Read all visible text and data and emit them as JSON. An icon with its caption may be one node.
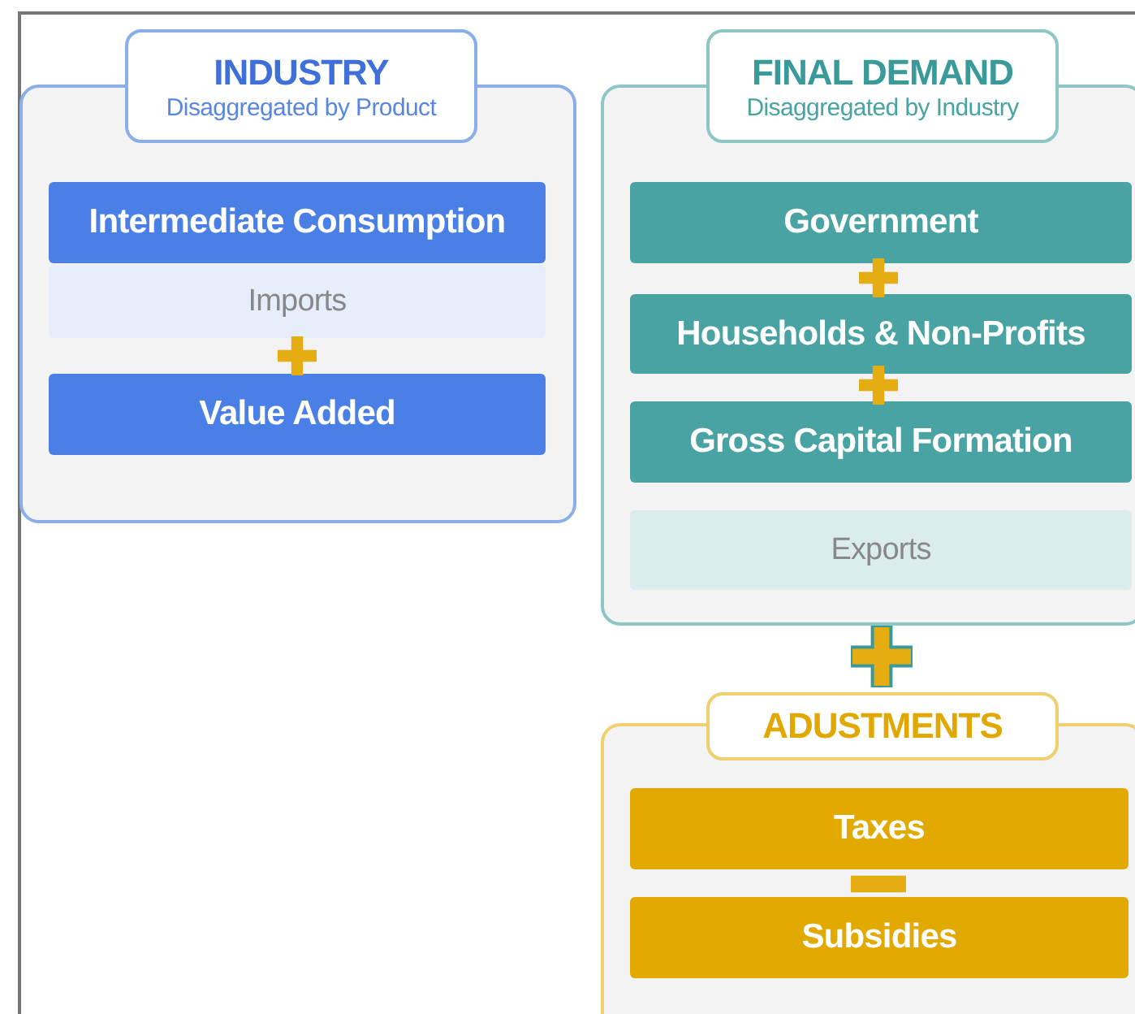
{
  "diagram": {
    "nodes": [
      {
        "text": [
          "INDUSTRY",
          "Disaggregated by Product"
        ]
      },
      {
        "text": [
          "Intermediate Consumption"
        ],
        "in": 0
      },
      {
        "text": [
          "Imports"
        ],
        "in": 0
      },
      {
        "text": [
          "Value Added"
        ],
        "in": 0
      },
      {
        "text": [
          "FINAL DEMAND",
          "Disaggregated by Industry"
        ]
      },
      {
        "text": [
          "Government"
        ],
        "in": 4
      },
      {
        "text": [
          "Households & Non-Profits"
        ],
        "in": 4
      },
      {
        "text": [
          "Gross Capital Formation"
        ],
        "in": 4
      },
      {
        "text": [
          "Exports"
        ],
        "in": 4
      },
      {
        "text": [
          "ADUSTMENTS"
        ]
      },
      {
        "text": [
          "Taxes"
        ],
        "in": 9
      },
      {
        "text": [
          "Subsidies"
        ],
        "in": 9
      }
    ],
    "edges": []
  }
}
